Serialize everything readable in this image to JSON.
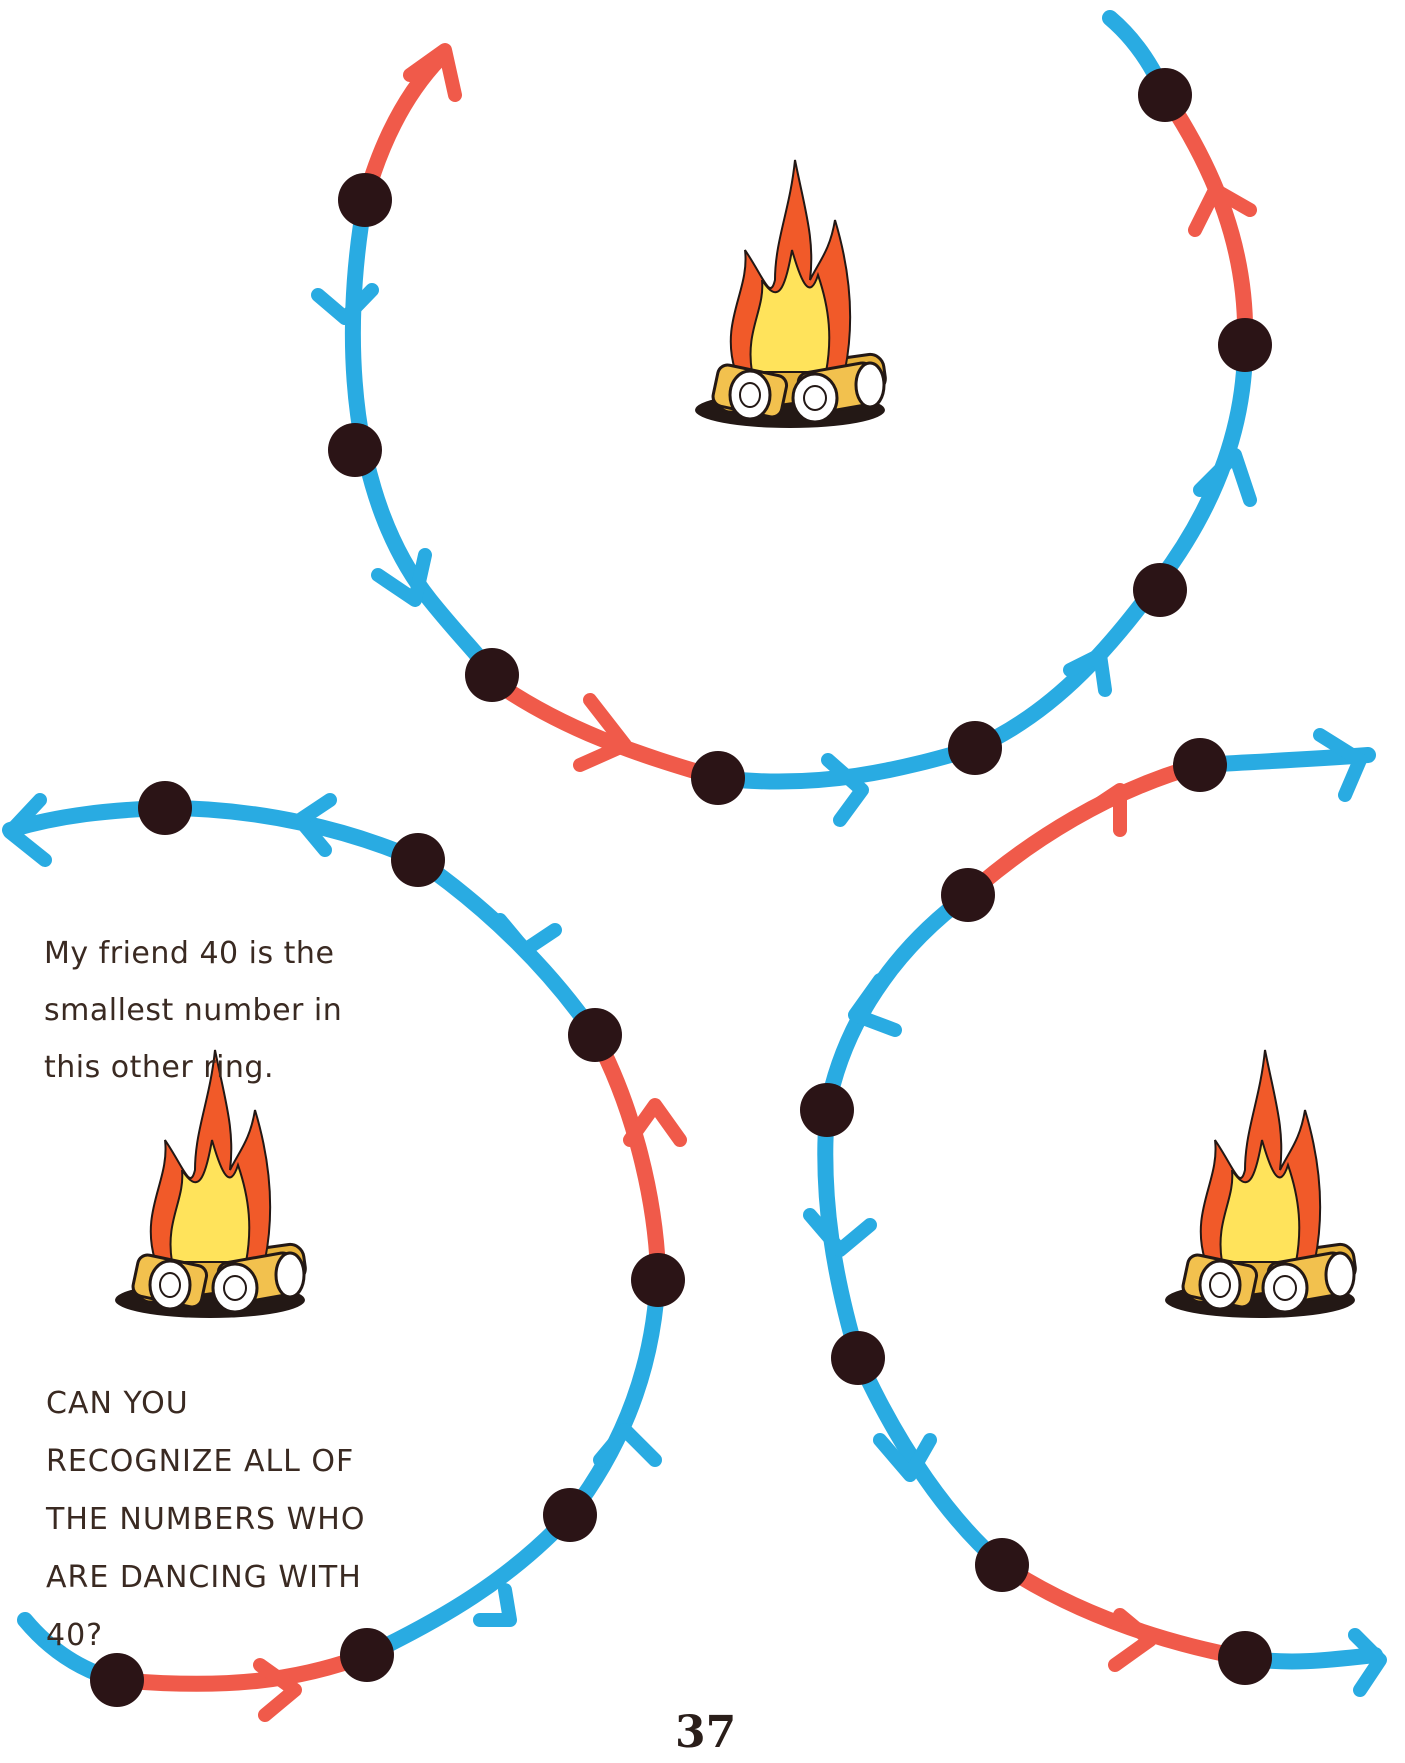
{
  "captions": {
    "friend_text": "My friend 40 is the smallest number in this other ring.",
    "question_text": "CAN YOU RECOGNIZE ALL OF THE NUMBERS WHO ARE DANCING WITH 40?"
  },
  "page_number": "37",
  "colors": {
    "blue_path": "#29abe2",
    "red_path": "#f05a4a",
    "dot": "#2b1416",
    "text": "#3a2a22",
    "flame_outer": "#f15a29",
    "flame_inner": "#ffe35b",
    "log": "#e8b33c",
    "shadow": "#231815"
  },
  "icons": [
    "campfire-icon",
    "arrow-icon",
    "dot-marker"
  ]
}
